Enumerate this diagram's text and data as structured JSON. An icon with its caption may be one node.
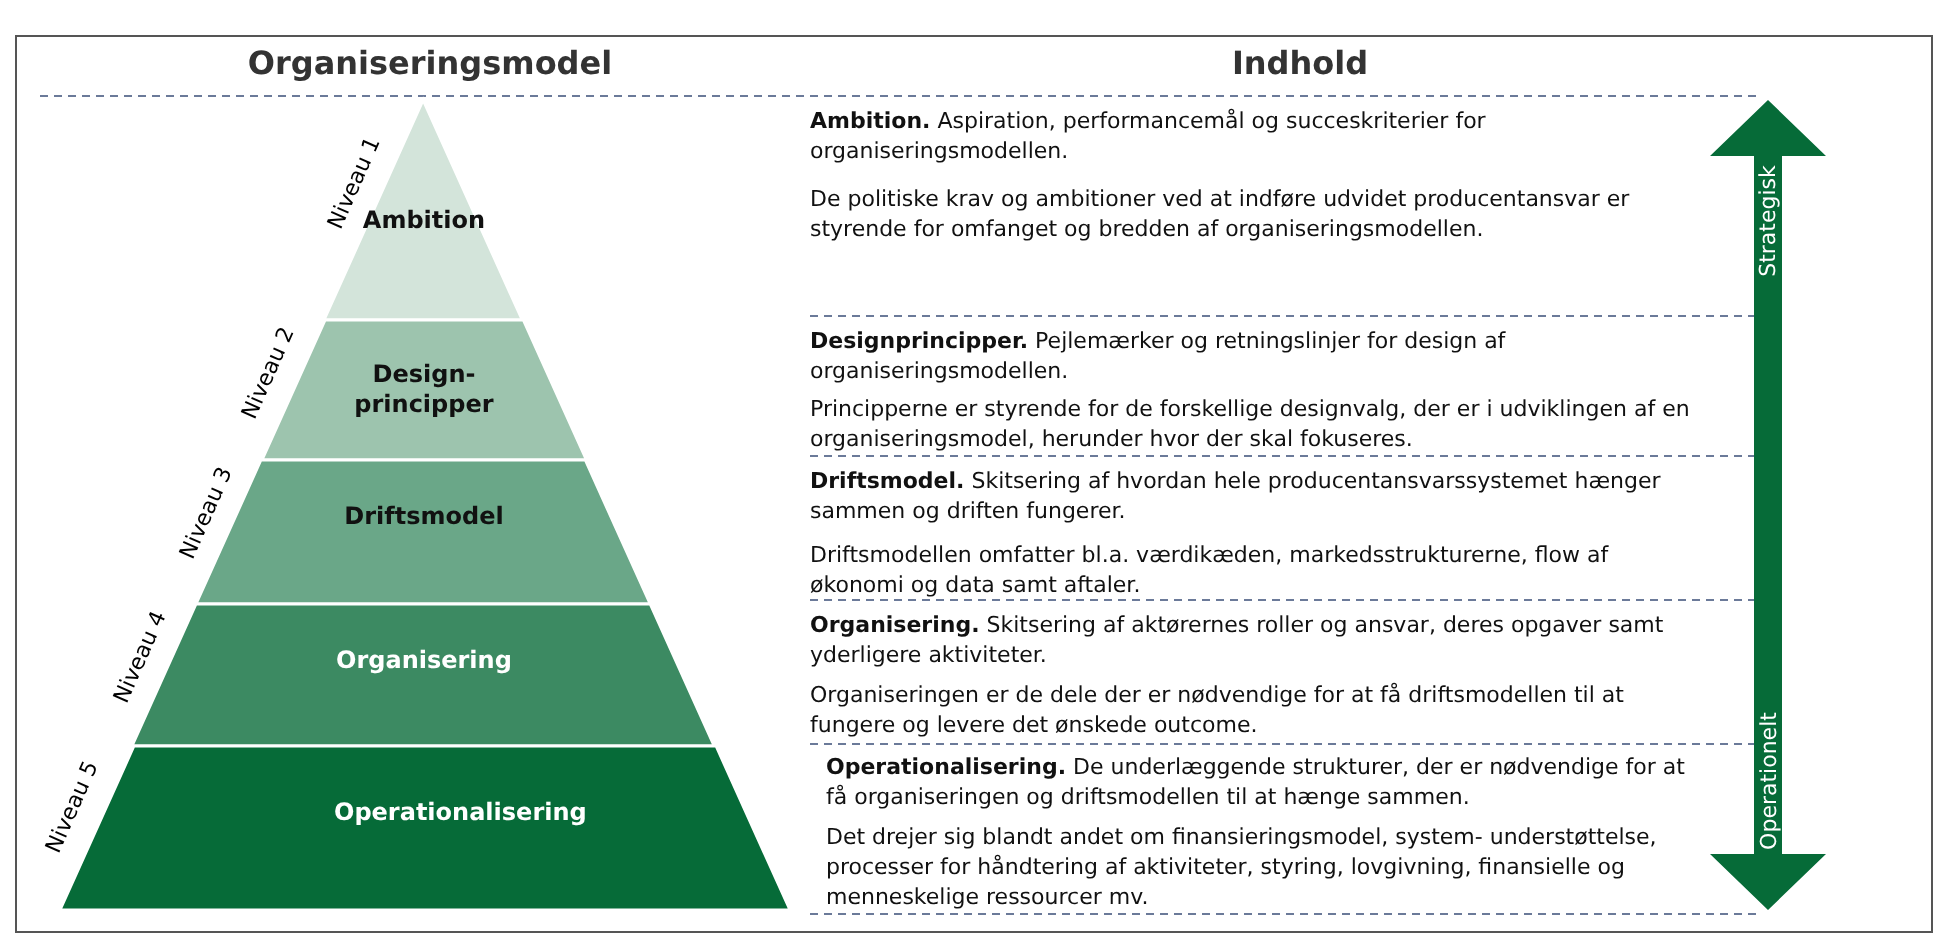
{
  "diagram": {
    "nodes": [
      {
        "text": [
          "Ambition"
        ],
        "beside": [
          "Niveau 1"
        ]
      },
      {
        "text": [
          "Design- principper"
        ],
        "beside": [
          "Niveau 2"
        ]
      },
      {
        "text": [
          "Driftsmodel"
        ],
        "beside": [
          "Niveau 3"
        ]
      },
      {
        "text": [
          "Organisering"
        ],
        "beside": [
          "Niveau 4"
        ]
      },
      {
        "text": [
          "Operationalisering"
        ],
        "beside": [
          "Niveau 5"
        ]
      }
    ],
    "edges": [],
    "labels": [
      "Organiseringsmodel",
      "Indhold",
      "**Ambition.** Aspiration, performancemål og succeskriterier for organiseringsmodellen.",
      "De politiske krav og ambitioner ved at indføre udvidet producentansvar er styrende for omfanget og bredden af organiseringsmodellen.",
      "**Designprincipper.** Pejlemærker og retningslinjer for design af organiseringsmodellen.",
      "Principperne er styrende for de forskellige designvalg, der er i udviklingen af en organiseringsmodel, herunder hvor der skal fokuseres.",
      "**Driftsmodel.** Skitsering af hvordan hele producentansvarssystemet hænger sammen og driften fungerer.",
      "Driftsmodellen omfatter bl.a. værdikæden, markedsstrukturerne, flow af økonomi og data samt aftaler.",
      "**Organisering.** Skitsering af aktørernes roller og ansvar, deres opgaver samt yderligere aktiviteter.",
      "Organiseringen er de dele der er nødvendige for at få driftsmodellen til at fungere og levere det ønskede outcome.",
      "**Operationalisering.** De underlæggende strukturer, der er nødvendige for at få organiseringen og driftsmodellen til at hænge sammen.",
      "Det drejer sig blandt andet om finansieringsmodel, system- understøttelse, processer for håndtering af aktiviteter, styring, lovgivning, finansielle og menneskelige ressourcer mv.",
      "Strategisk",
      "Operationelt"
    ]
  }
}
